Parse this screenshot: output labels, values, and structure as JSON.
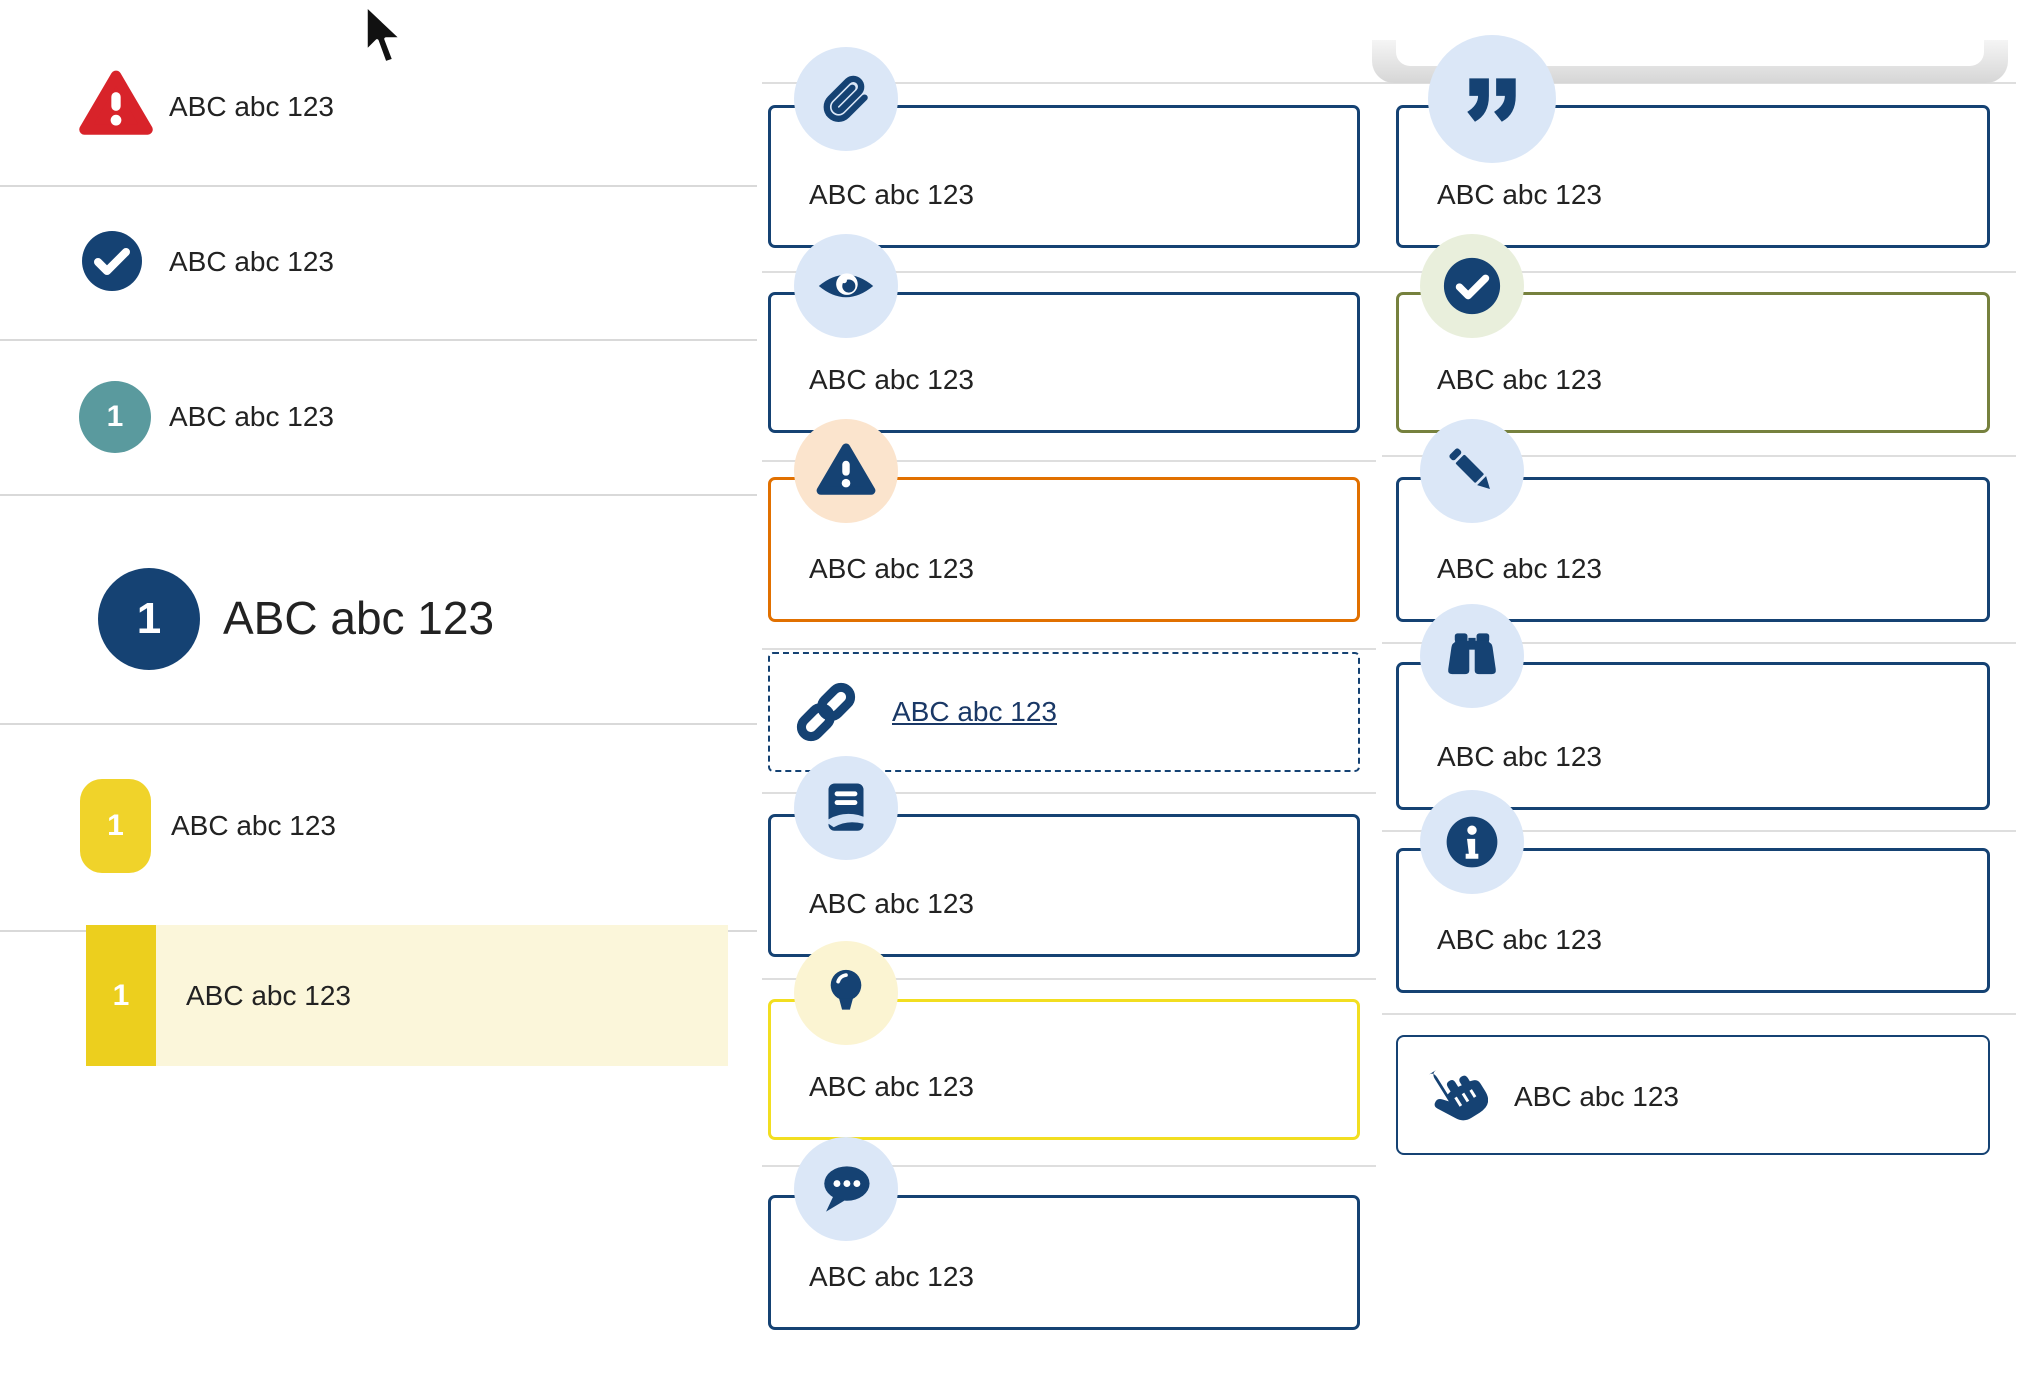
{
  "colors": {
    "navy": "#154273",
    "red": "#d8232a",
    "teal": "#5a9a9e",
    "orange": "#e17000",
    "olive": "#76813e",
    "yellow_border": "#f2de20",
    "badge_yellow": "#f0d32a",
    "highlight_bg": "#fbf6da",
    "icon_circle_blue": "#dbe7f7",
    "icon_circle_peach": "#fbe4cd",
    "icon_circle_yellow": "#fbf4d2",
    "icon_circle_green": "#e9efdc",
    "divider_gray": "#d9d9d9",
    "row_line_gray": "#dedede",
    "text": "#222222"
  },
  "left_list": {
    "items": [
      {
        "icon": "alert-triangle-icon",
        "label": "ABC abc 123"
      },
      {
        "icon": "check-circle-icon",
        "label": "ABC abc 123"
      },
      {
        "icon": "teal-number-badge",
        "badge": "1",
        "label": "ABC abc 123"
      },
      {
        "icon": "navy-number-badge-large",
        "badge": "1",
        "label": "ABC abc 123"
      },
      {
        "icon": "yellow-number-badge",
        "badge": "1",
        "label": "ABC abc 123"
      },
      {
        "icon": "yellow-number-badge-selected",
        "badge": "1",
        "label": "ABC abc 123",
        "highlighted": true
      }
    ]
  },
  "middle_column": {
    "cards": [
      {
        "icon": "paperclip-icon",
        "variant": "default",
        "label": "ABC abc 123"
      },
      {
        "icon": "eye-icon",
        "variant": "default",
        "label": "ABC abc 123"
      },
      {
        "icon": "warning-triangle-icon",
        "variant": "warning-orange",
        "label": "ABC abc 123"
      },
      {
        "icon": "link-chain-icon",
        "variant": "dashed-link",
        "label": "ABC abc 123"
      },
      {
        "icon": "book-icon",
        "variant": "default",
        "label": "ABC abc 123"
      },
      {
        "icon": "lightbulb-icon",
        "variant": "tip-yellow",
        "label": "ABC abc 123"
      },
      {
        "icon": "chat-bubble-icon",
        "variant": "default",
        "label": "ABC abc 123"
      }
    ]
  },
  "right_column": {
    "cards": [
      {
        "icon": "quote-icon",
        "variant": "default",
        "label": "ABC abc 123"
      },
      {
        "icon": "check-circle-icon",
        "variant": "success-green",
        "label": "ABC abc 123"
      },
      {
        "icon": "pencil-icon",
        "variant": "default",
        "label": "ABC abc 123"
      },
      {
        "icon": "binoculars-icon",
        "variant": "default",
        "label": "ABC abc 123"
      },
      {
        "icon": "info-icon",
        "variant": "default",
        "label": "ABC abc 123"
      },
      {
        "icon": "hand-pointer-icon",
        "variant": "inline-button",
        "label": "ABC abc 123"
      }
    ]
  }
}
